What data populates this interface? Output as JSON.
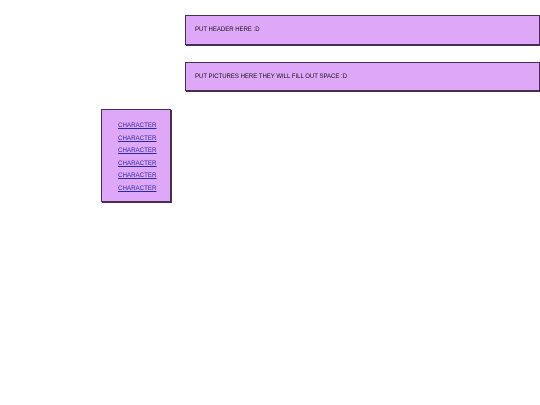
{
  "header": {
    "text": "PUT HEADER HERE :D"
  },
  "pictures": {
    "text": "PUT PICTURES HERE THEY WILL FILL OUT SPACE :D"
  },
  "sidebar": {
    "links": [
      {
        "label": "CHARACTER"
      },
      {
        "label": "CHARACTER"
      },
      {
        "label": "CHARACTER"
      },
      {
        "label": "CHARACTER"
      },
      {
        "label": "CHARACTER"
      },
      {
        "label": "CHARACTER"
      }
    ]
  },
  "colors": {
    "box_background": "#dfa7f8",
    "box_border": "#4a2d55",
    "link": "#2a2aa8"
  }
}
